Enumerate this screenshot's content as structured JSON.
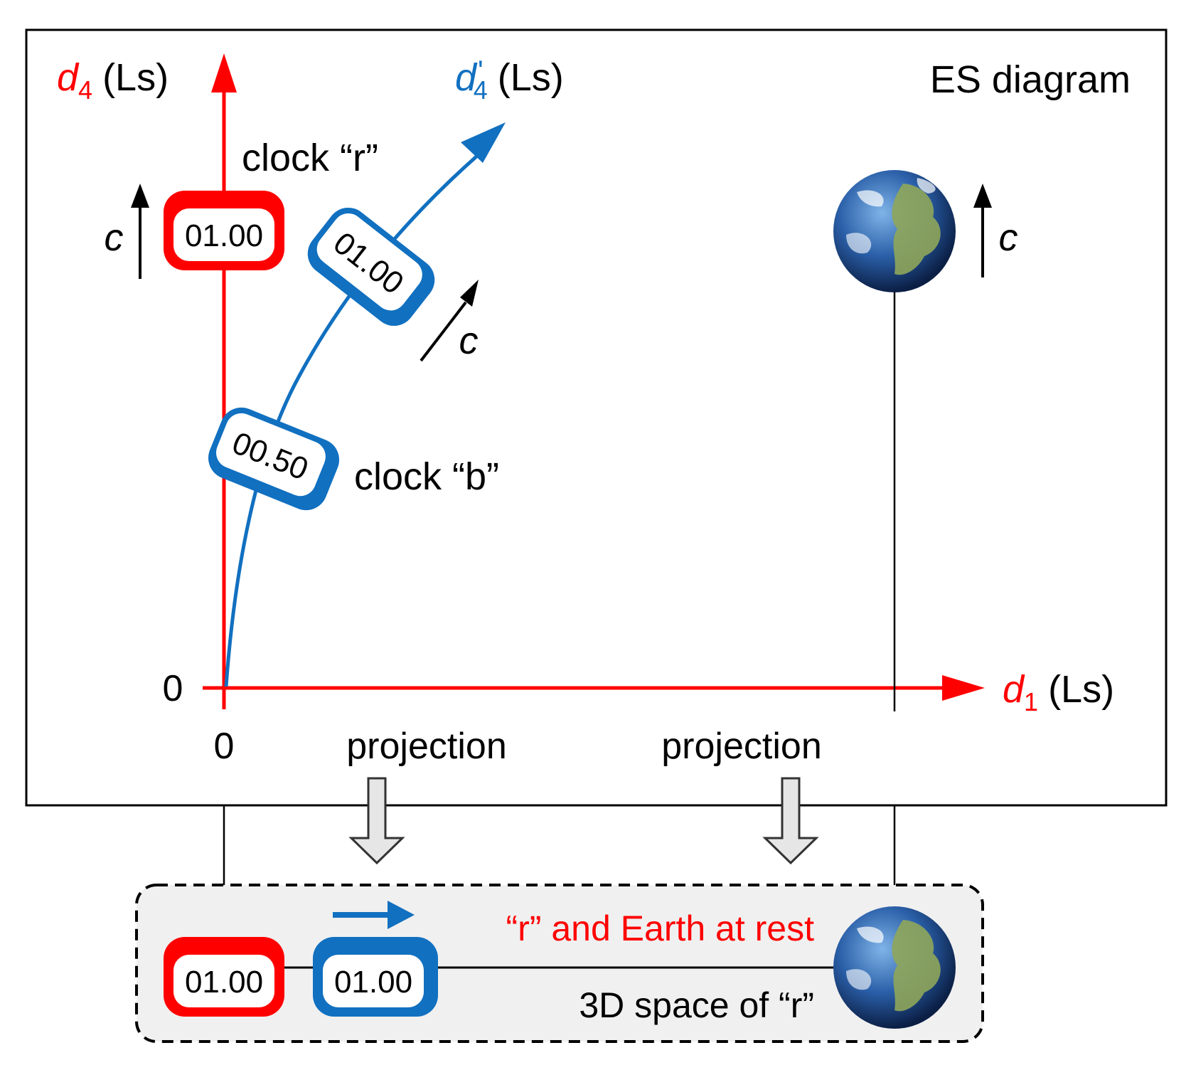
{
  "diagram": {
    "title": "ES diagram",
    "colors": {
      "red": "#ff0000",
      "blue": "#1170c0",
      "black": "#000000",
      "panel_bg": "#f0f0f0"
    },
    "axes": {
      "d4": {
        "symbol": "d",
        "subscript": "4",
        "unit": "(Ls)"
      },
      "d4_prime": {
        "symbol": "d",
        "subscript": "4",
        "prime": "'",
        "unit": "(Ls)"
      },
      "d1": {
        "symbol": "d",
        "subscript": "1",
        "unit": "(Ls)"
      },
      "origin_y_label": "0",
      "origin_x_label": "0"
    },
    "clock_r": {
      "label": "clock “r”",
      "reading": "01.00"
    },
    "clock_b": {
      "label": "clock “b”",
      "reading_lower": "00.50",
      "reading_upper": "01.00"
    },
    "velocity_label": "c",
    "earth_icon": "earth-globe",
    "projection_left": "projection",
    "projection_right": "projection"
  },
  "space_panel": {
    "clock_r_reading": "01.00",
    "clock_b_reading": "01.00",
    "rest_caption": "“r” and Earth at rest",
    "space_caption": "3D space of “r”",
    "earth_icon": "earth-globe"
  }
}
